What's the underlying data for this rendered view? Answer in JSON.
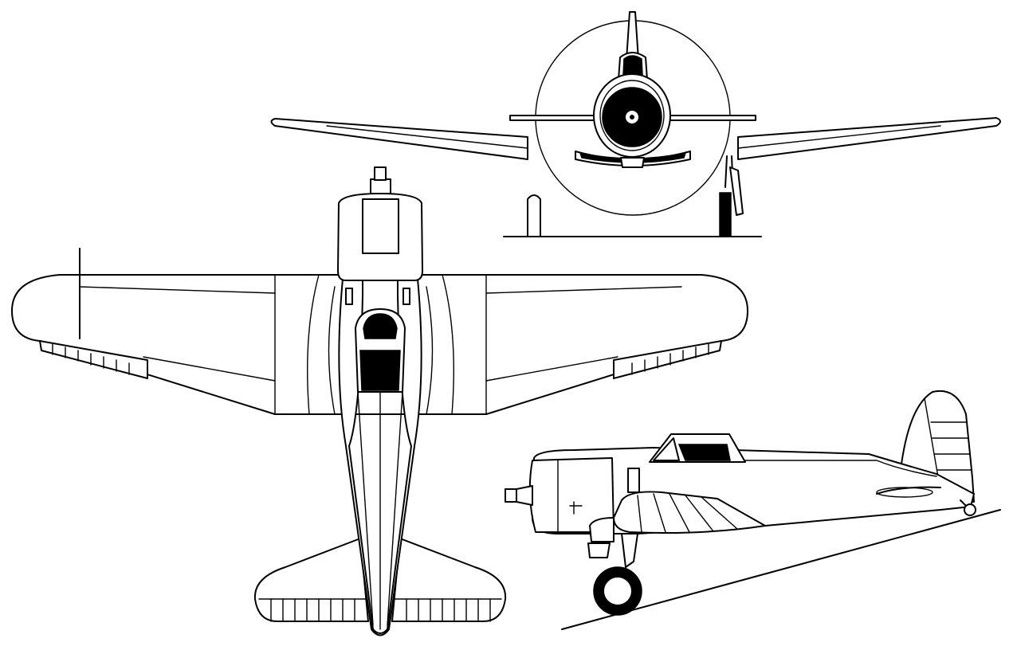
{
  "diagram": {
    "type": "three-view aircraft line drawing",
    "views": [
      {
        "id": "front-view",
        "icon": "aircraft-front-view-icon"
      },
      {
        "id": "top-view",
        "icon": "aircraft-top-view-icon"
      },
      {
        "id": "side-view",
        "icon": "aircraft-side-view-icon"
      }
    ],
    "colors": {
      "line": "#000000",
      "background": "#ffffff"
    }
  }
}
